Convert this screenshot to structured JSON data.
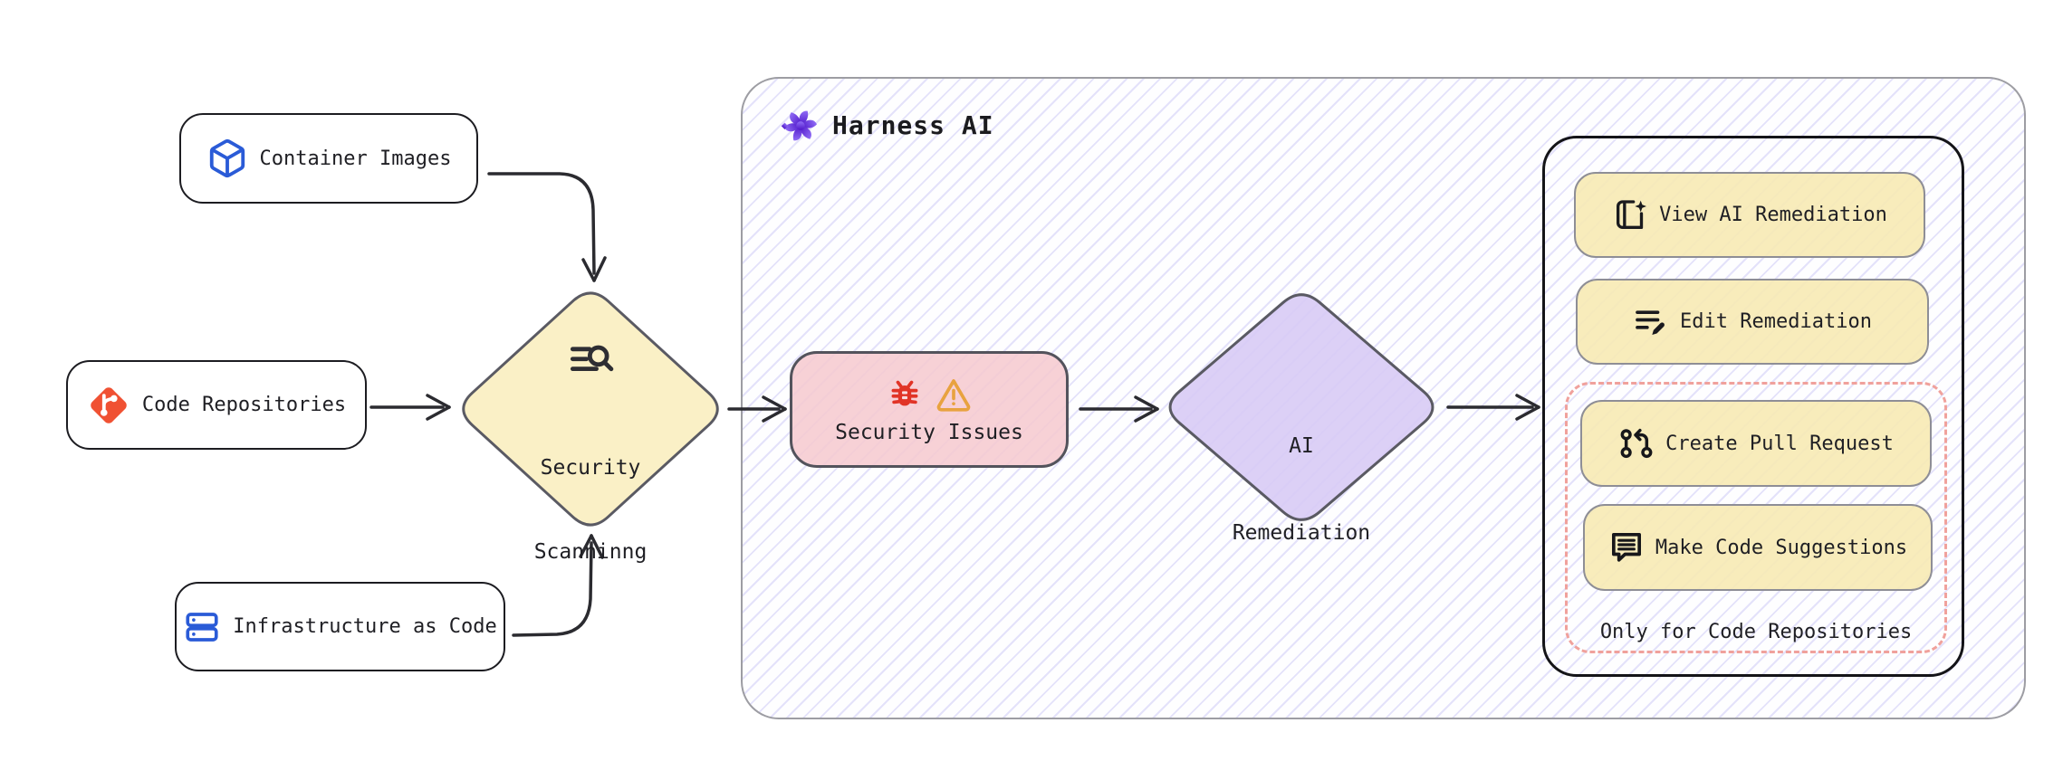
{
  "diagram": {
    "sources": [
      {
        "label": "Container Images",
        "icon": "container-cube-icon"
      },
      {
        "label": "Code Repositories",
        "icon": "git-icon"
      },
      {
        "label": "Infrastructure as Code",
        "icon": "server-stack-icon"
      }
    ],
    "scanner": {
      "line1": "Security",
      "line2": "Scanninng",
      "icon": "text-search-icon"
    },
    "harness_group": {
      "title": "Harness AI",
      "icon": "harness-flower-icon"
    },
    "issues": {
      "label": "Security Issues",
      "icons": [
        "bug-icon",
        "warning-triangle-icon"
      ]
    },
    "ai_decision": {
      "line1": "AI",
      "line2": "Remediation"
    },
    "actions": {
      "view": "View AI Remediation",
      "edit": "Edit Remediation",
      "create_pr": "Create Pull Request",
      "suggest": "Make Code Suggestions",
      "note": "Only for Code Repositories"
    },
    "colors": {
      "node_yellow": "#faf0c6",
      "issue_pink": "#f6ccd1",
      "remediation_purple": "#d9cbf4",
      "restricted_dash": "#f0a19c",
      "icon_blue": "#2a5bd7",
      "git_orange": "#f05133",
      "bug_red": "#e13427",
      "warning_amber": "#e8a23f",
      "harness_purple": "#6d3bee",
      "hatch_lavender": "#dcd9f5"
    }
  }
}
